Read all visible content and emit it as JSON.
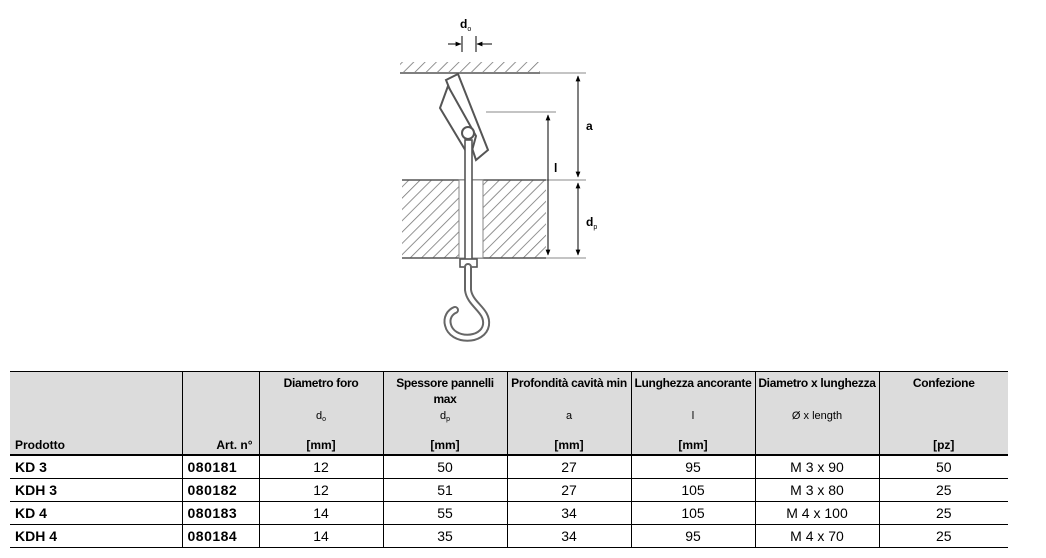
{
  "figure": {
    "label_do": "d",
    "label_do_sub": "o",
    "label_a": "a",
    "label_l": "l",
    "label_dp": "d",
    "label_dp_sub": "p"
  },
  "table": {
    "headers": {
      "prodotto": "Prodotto",
      "art": "Art. n°",
      "col1_title": "Diametro foro",
      "col1_sym": "d",
      "col1_sym_sub": "o",
      "col1_unit": "[mm]",
      "col2_title": "Spessore pannelli max",
      "col2_sym": "d",
      "col2_sym_sub": "p",
      "col2_unit": "[mm]",
      "col3_title": "Profondità cavità min",
      "col3_sym": "a",
      "col3_unit": "[mm]",
      "col4_title": "Lunghezza ancorante",
      "col4_sym": "l",
      "col4_unit": "[mm]",
      "col5_title": "Diametro x lunghezza",
      "col5_sym": "Ø x length",
      "col6_title": "Confezione",
      "col6_unit": "[pz]"
    },
    "rows": [
      {
        "prodotto": "KD 3",
        "art": "080181",
        "diametro": "12",
        "spessore": "50",
        "profondita": "27",
        "lunghezza": "95",
        "dim": "M 3 x 90",
        "conf": "50"
      },
      {
        "prodotto": "KDH 3",
        "art": "080182",
        "diametro": "12",
        "spessore": "51",
        "profondita": "27",
        "lunghezza": "105",
        "dim": "M 3 x 80",
        "conf": "25"
      },
      {
        "prodotto": "KD 4",
        "art": "080183",
        "diametro": "14",
        "spessore": "55",
        "profondita": "34",
        "lunghezza": "105",
        "dim": "M 4 x 100",
        "conf": "25"
      },
      {
        "prodotto": "KDH 4",
        "art": "080184",
        "diametro": "14",
        "spessore": "35",
        "profondita": "34",
        "lunghezza": "95",
        "dim": "M 4 x 70",
        "conf": "25"
      }
    ]
  }
}
